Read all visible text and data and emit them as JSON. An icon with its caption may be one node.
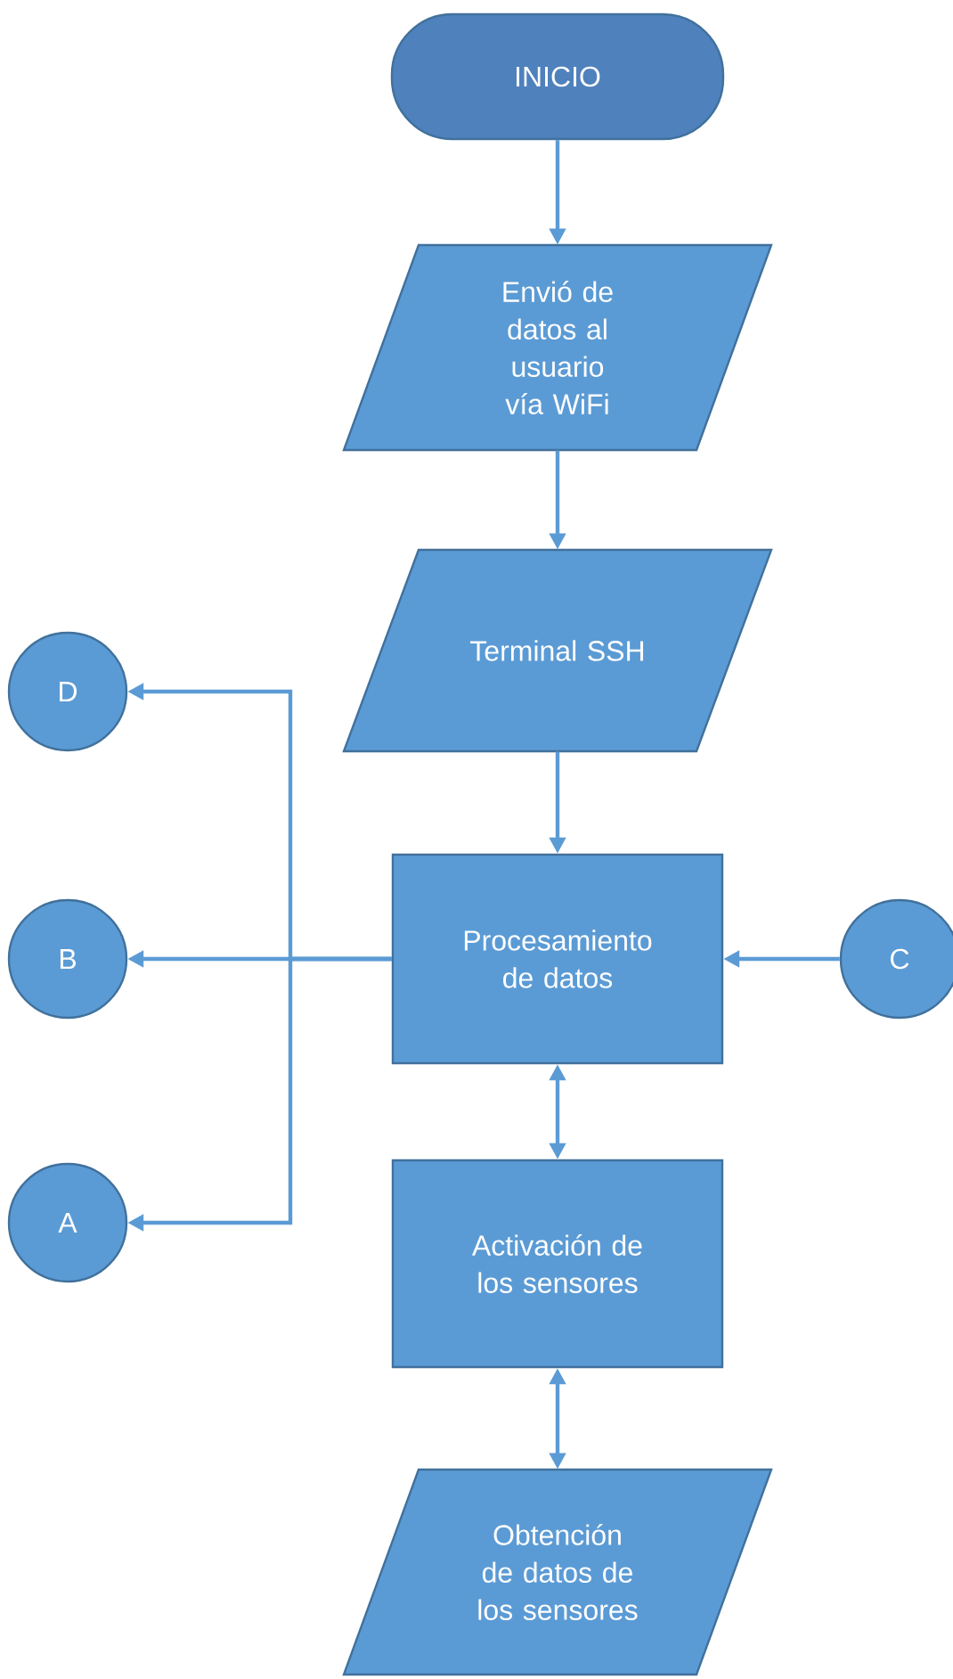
{
  "diagram": {
    "nodes": [
      {
        "text": [
          "INICIO"
        ]
      },
      {
        "text": [
          "Envió de datos al usuario vía WiFi"
        ]
      },
      {
        "text": [
          "Terminal SSH"
        ]
      },
      {
        "text": [
          "Procesamiento de datos"
        ]
      },
      {
        "text": [
          "Activación de los sensores"
        ]
      },
      {
        "text": [
          "Obtención de datos de los sensores"
        ]
      },
      {
        "text": [
          "D"
        ]
      },
      {
        "text": [
          "B"
        ]
      },
      {
        "text": [
          "A"
        ]
      },
      {
        "text": [
          "C"
        ]
      }
    ],
    "edges": [
      {
        "from": 0,
        "to": 1,
        "arrow": "to"
      },
      {
        "from": 1,
        "to": 2,
        "arrow": "to"
      },
      {
        "from": 2,
        "to": 3,
        "arrow": "to"
      },
      {
        "from": 3,
        "to": 4,
        "arrow": "both"
      },
      {
        "from": 4,
        "to": 5,
        "arrow": "both"
      },
      {
        "from": 9,
        "to": 3,
        "arrow": "to"
      },
      {
        "from": 3,
        "to": 6,
        "arrow": "to"
      },
      {
        "from": 3,
        "to": 7,
        "arrow": "to"
      },
      {
        "from": 3,
        "to": 8,
        "arrow": "to"
      }
    ]
  }
}
